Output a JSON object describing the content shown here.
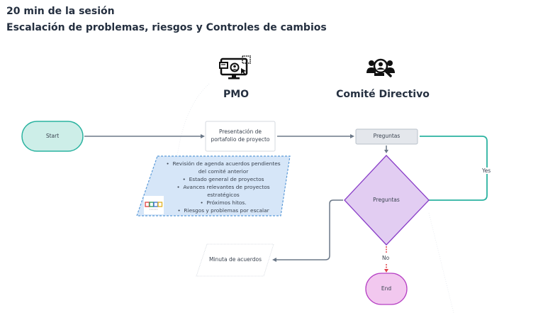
{
  "header": {
    "line1": "20 min de la sesión",
    "line2": "Escalación de problemas, riesgos y Controles de cambios"
  },
  "lanes": [
    {
      "title": "PMO",
      "icon": "monitor-user-icon"
    },
    {
      "title": "Comité Directivo",
      "icon": "people-search-icon"
    }
  ],
  "nodes": {
    "start": "Start",
    "presentation": "Presentación de portafolio de proyecto",
    "questions_box": "Preguntas",
    "decision": "Preguntas",
    "minutes": "Minuta de acuerdos",
    "end": "End"
  },
  "agenda": {
    "items": [
      "Revisión de agenda acuerdos pendientes",
      "del comité anterior",
      "Estado general de proyectos",
      "Avances relevantes de proyectos",
      "estratégicos",
      "Próximos hitos.",
      "Riesgos y problemas por escalar"
    ]
  },
  "edges": {
    "yes_label": "Yes",
    "no_label": "No"
  },
  "colors": {
    "teal": "#2bb3a0",
    "purple": "#8a3fc8",
    "red": "#e0404a",
    "gray_arrow": "#6b7888",
    "agenda_fill": "#d6e6f8",
    "agenda_border": "#5b9ad8"
  }
}
